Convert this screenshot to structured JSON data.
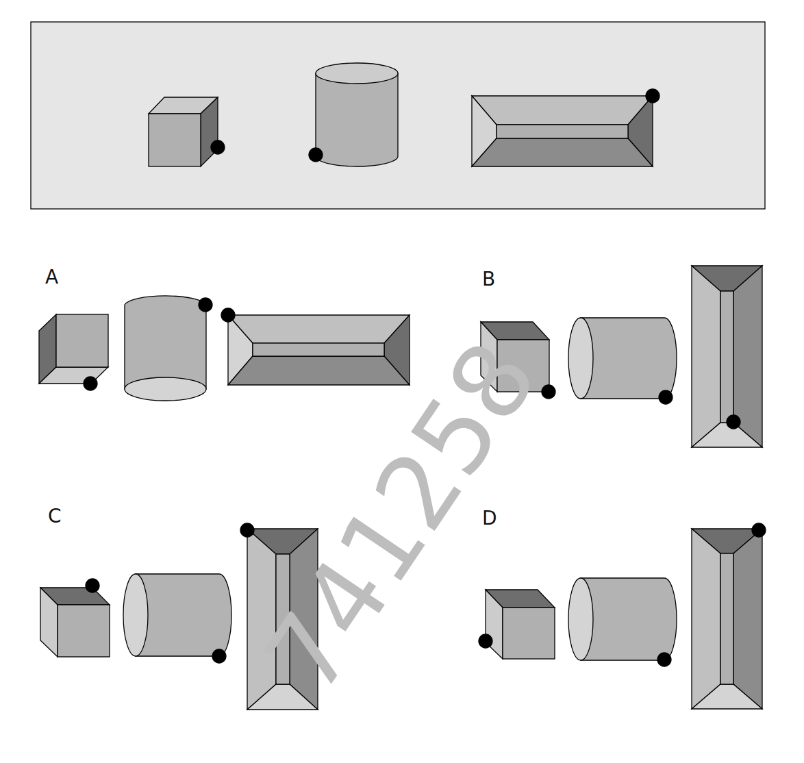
{
  "diagram": {
    "labels": [
      "A",
      "B",
      "C",
      "D",
      "741258"
    ]
  }
}
